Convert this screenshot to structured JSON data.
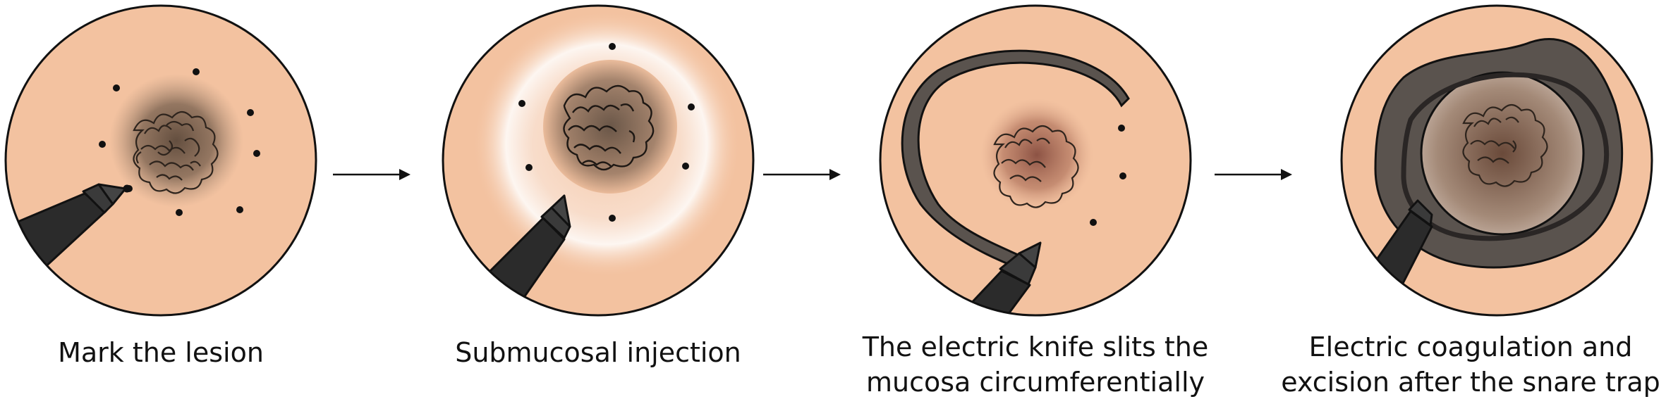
{
  "steps": [
    {
      "id": "mark",
      "caption_lines": [
        "Mark the lesion"
      ]
    },
    {
      "id": "injection",
      "caption_lines": [
        "Submucosal injection"
      ]
    },
    {
      "id": "knife",
      "caption_lines": [
        "The electric knife slits the",
        "mucosa circumferentially"
      ]
    },
    {
      "id": "excision",
      "caption_lines": [
        "Electric coagulation and",
        "excision after the snare trap"
      ]
    }
  ],
  "colors": {
    "mucosa": "#f3c2a0",
    "outline": "#111111",
    "lesion": "#5b4636",
    "lesion_red": "#8a4c3a",
    "instrument": "#2b2b2b",
    "dark_mucosa": "#5a534e",
    "injection_halo": "#fbeee6"
  }
}
